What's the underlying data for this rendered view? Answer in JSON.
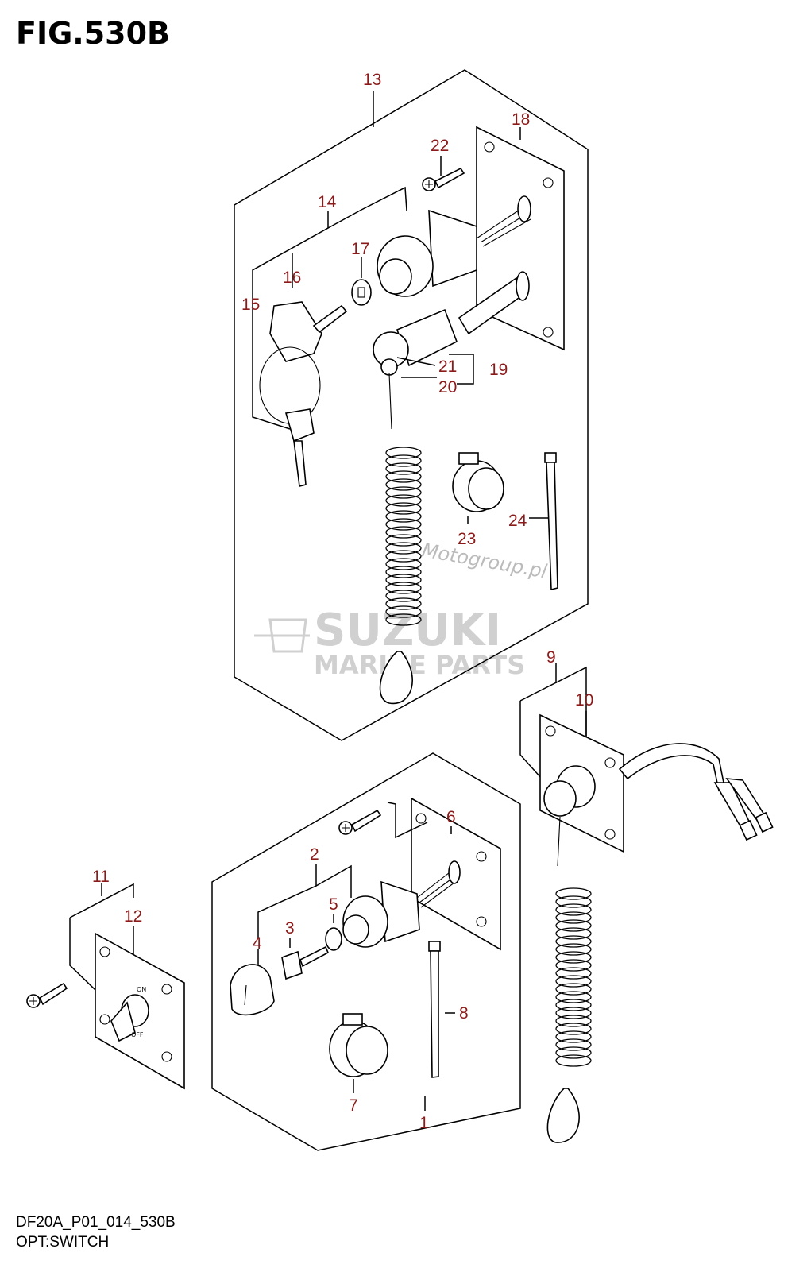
{
  "figure": {
    "title": "FIG.530B",
    "code": "DF20A_P01_014_530B",
    "name": "OPT:SWITCH"
  },
  "watermark": {
    "line1": "SUZUKI",
    "line2": "MARINE PARTS",
    "line3": "Motogroup.pl"
  },
  "callouts": {
    "c1": "1",
    "c2": "2",
    "c3": "3",
    "c4": "4",
    "c5": "5",
    "c6": "6",
    "c7": "7",
    "c8": "8",
    "c9": "9",
    "c10": "10",
    "c11": "11",
    "c12": "12",
    "c13": "13",
    "c14": "14",
    "c15": "15",
    "c16": "16",
    "c17": "17",
    "c18": "18",
    "c19": "19",
    "c20": "20",
    "c21": "21",
    "c22": "22",
    "c23": "23",
    "c24": "24"
  },
  "toggle_labels": {
    "on": "ON",
    "off": "OFF"
  },
  "colors": {
    "callout": "#8b1a1a",
    "line": "#000000",
    "watermark": "#d0d0d0"
  }
}
